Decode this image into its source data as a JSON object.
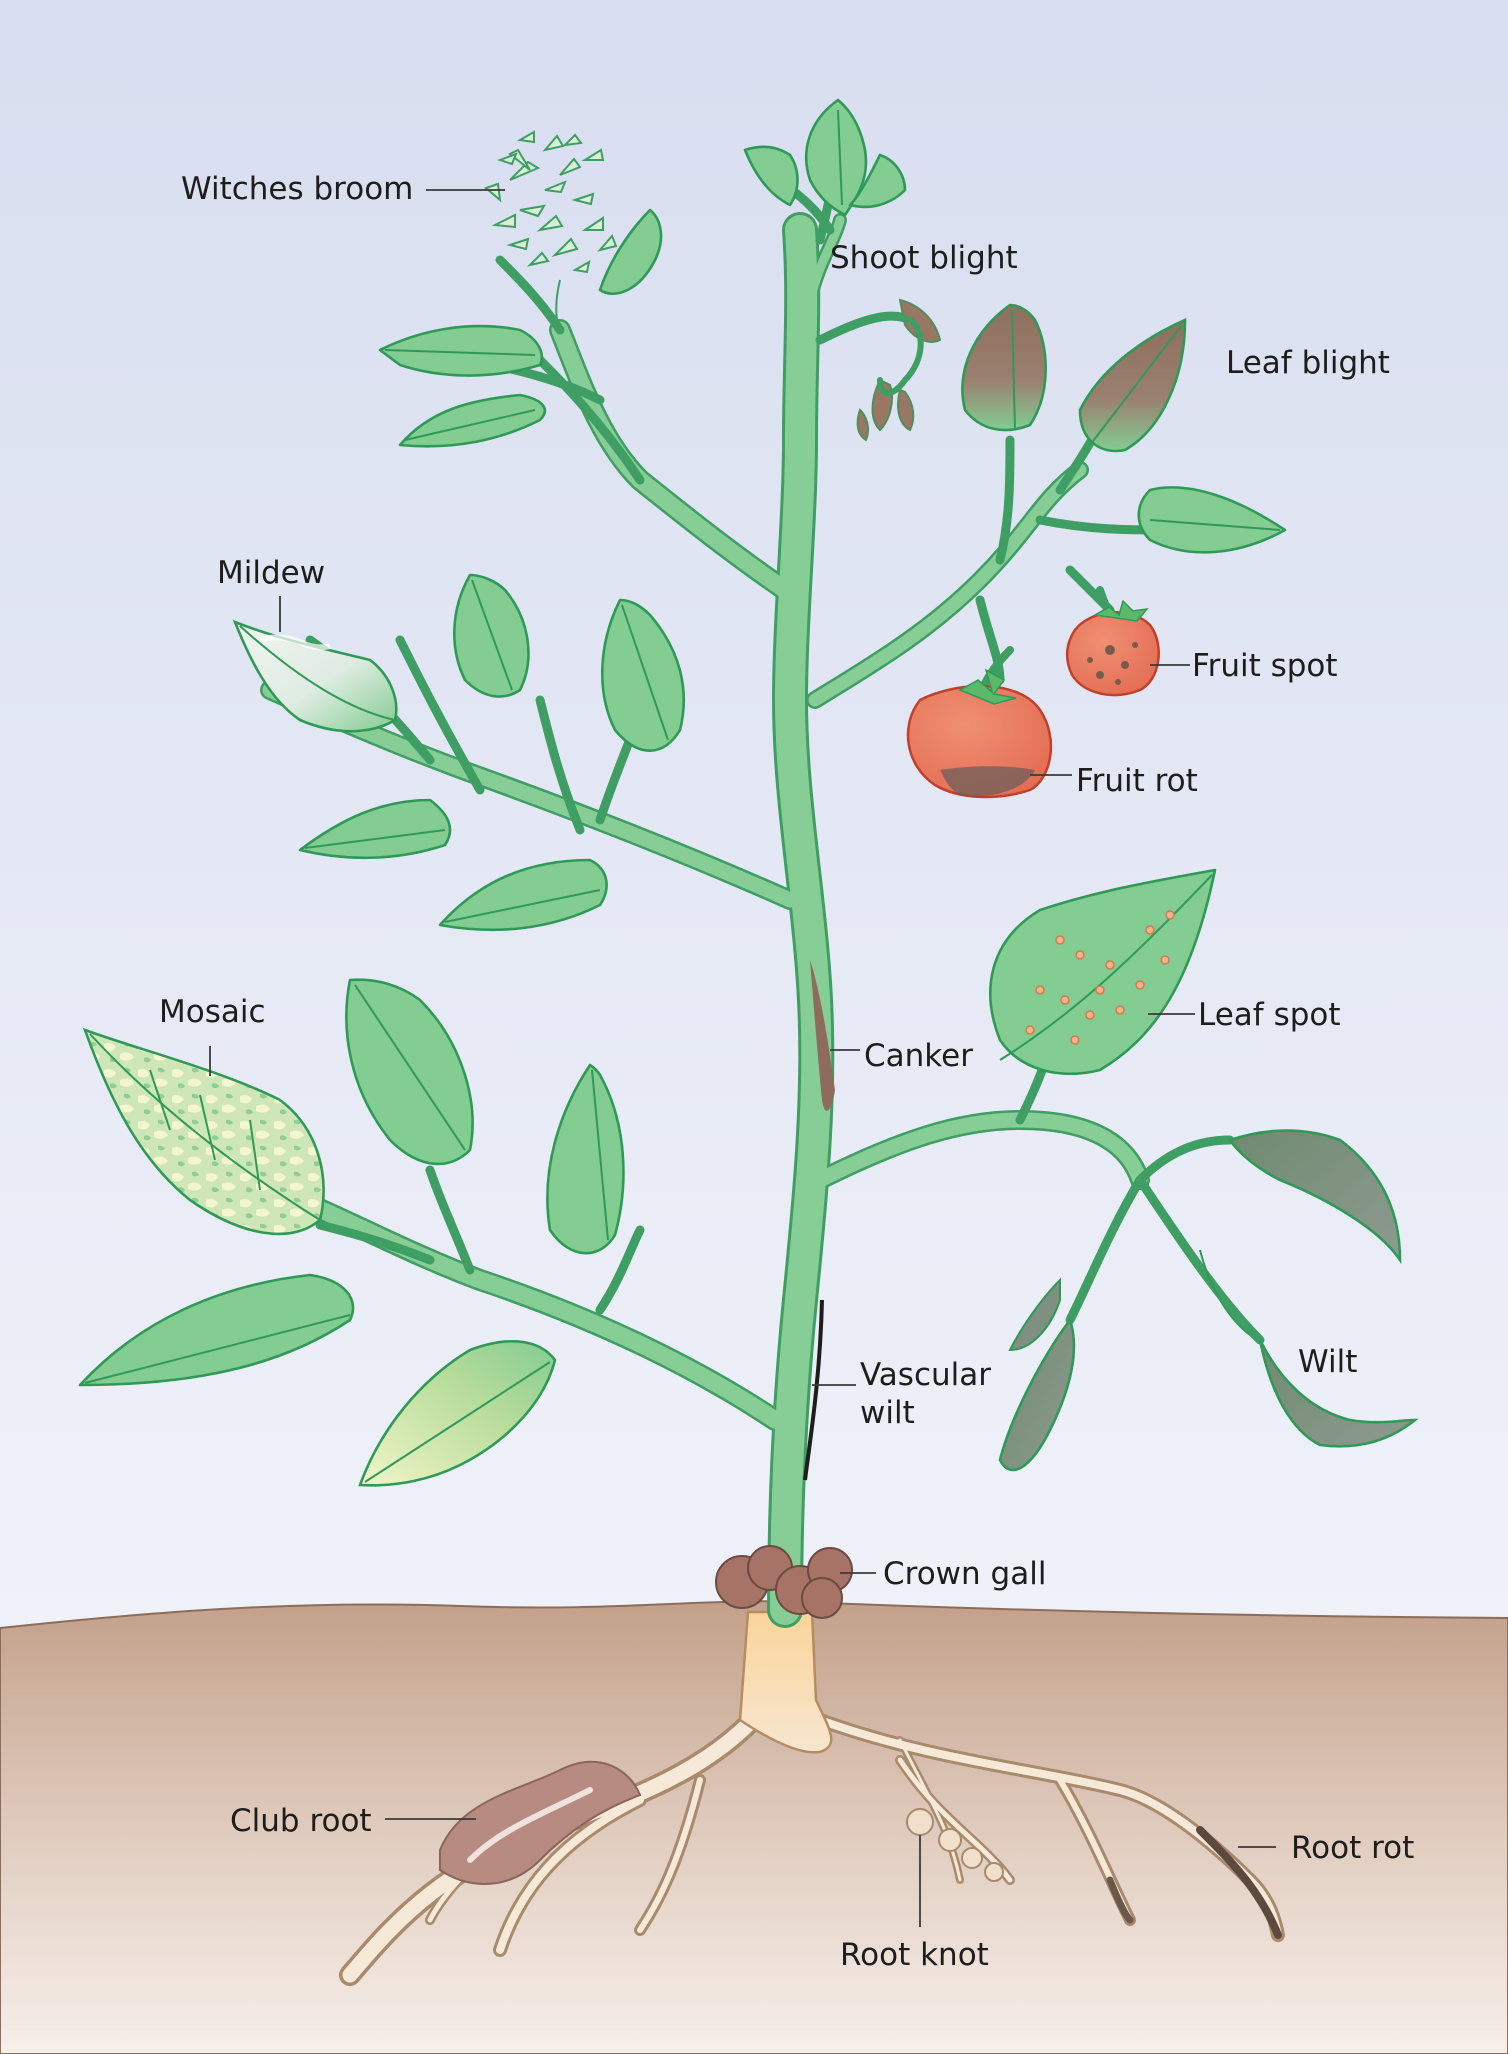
{
  "colors": {
    "sky_top": "#d8def0",
    "sky_bottom": "#f6f7fb",
    "soil_top": "#c3a08a",
    "soil_bottom": "#f7efea",
    "stem": "#86cd96",
    "stem_outline": "#3e9e63",
    "fruit": "#ea7a60"
  },
  "labels": {
    "witches_broom": "Witches broom",
    "shoot_blight": "Shoot blight",
    "leaf_blight": "Leaf blight",
    "mildew": "Mildew",
    "fruit_spot": "Fruit spot",
    "fruit_rot": "Fruit rot",
    "mosaic": "Mosaic",
    "leaf_spot": "Leaf spot",
    "canker": "Canker",
    "wilt": "Wilt",
    "vascular_wilt_line1": "Vascular",
    "vascular_wilt_line2": "wilt",
    "crown_gall": "Crown gall",
    "club_root": "Club root",
    "root_rot": "Root rot",
    "root_knot": "Root knot"
  }
}
